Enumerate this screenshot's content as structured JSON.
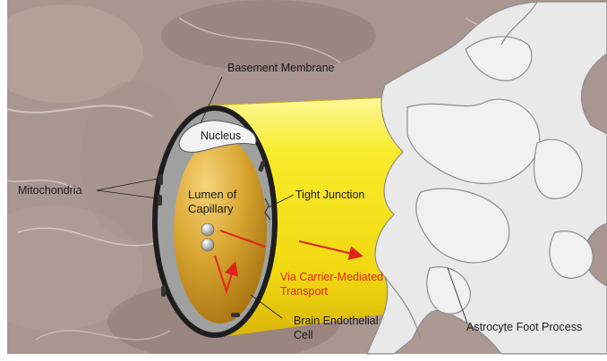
{
  "labels": {
    "basement_membrane": "Basement Membrane",
    "nucleus": "Nucleus",
    "mitochondria": "Mitochondria",
    "lumen_line1": "Lumen of",
    "lumen_line2": "Capillary",
    "tight_junction": "Tight Junction",
    "carrier_line1": "Via Carrier-Mediated",
    "carrier_line2": "Transport",
    "endothelial_line1": "Brain Endothelial",
    "endothelial_line2": "Cell",
    "astrocyte": "Astrocyte Foot Process"
  },
  "colors": {
    "capillary_yellow": "#f3e31c",
    "lumen_gold": "#c99a2a",
    "endothelium_gray": "#9a9a9a",
    "astrocyte_fill": "#e9e9e9",
    "arrow_red": "#e0241b",
    "background_tissue": "#a08c86"
  }
}
